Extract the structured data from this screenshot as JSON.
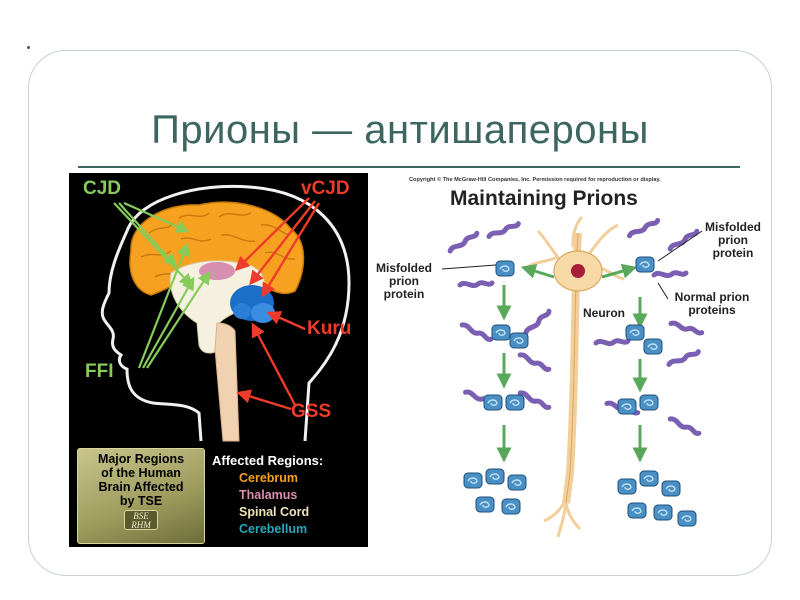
{
  "slide": {
    "title": "Прионы — антишапероны"
  },
  "brain_figure": {
    "labels": {
      "cjd": "CJD",
      "vcjd": "vCJD",
      "ffi": "FFI",
      "kuru": "Kuru",
      "gss": "GSS"
    },
    "tse_box": {
      "line1": "Major Regions",
      "line2": "of the Human",
      "line3": "Brain Affected",
      "line4": "by TSE",
      "logo": "BSE RHM"
    },
    "affected": {
      "title": "Affected Regions:",
      "items": [
        {
          "label": "Cerebrum",
          "color": "#f6a11f"
        },
        {
          "label": "Thalamus",
          "color": "#d78fb0"
        },
        {
          "label": "Spinal Cord",
          "color": "#f0e2b6"
        },
        {
          "label": "Cerebellum",
          "color": "#29a7b9"
        }
      ]
    },
    "colors": {
      "green_arrows": "#86cc5a",
      "red_arrows": "#ee3b2a",
      "cerebrum": "#f6a11f",
      "cerebellum": "#1c6fc9"
    }
  },
  "prion_figure": {
    "copyright": "Copyright © The McGraw-Hill Companies, Inc. Permission required for reproduction or display.",
    "title": "Maintaining Prions",
    "label_misfolded_left": "Misfolded prion protein",
    "label_misfolded_right": "Misfolded prion protein",
    "label_normal": "Normal prion proteins",
    "label_neuron": "Neuron",
    "colors": {
      "normal_protein": "#7a5fb3",
      "misfolded_protein": "#4a90c4",
      "arrows": "#5aa85a",
      "neuron": "#f2cf9a"
    }
  }
}
